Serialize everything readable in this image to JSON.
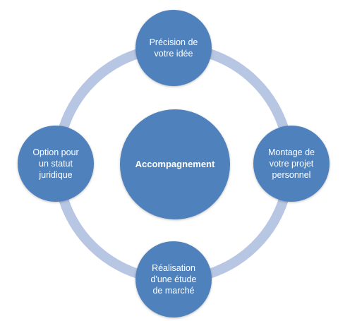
{
  "diagram": {
    "center_label": "Accompagnement",
    "nodes": {
      "top": "Précision de\nvotre idée",
      "right": "Montage de\nvotre projet\npersonnel",
      "bottom": "Réalisation\nd'une étude\nde marché",
      "left": "Option pour\nun statut\njuridique"
    }
  },
  "colors": {
    "node_fill": "#4f81bd",
    "ring_stroke": "#b7c6e2",
    "text": "#ffffff"
  }
}
